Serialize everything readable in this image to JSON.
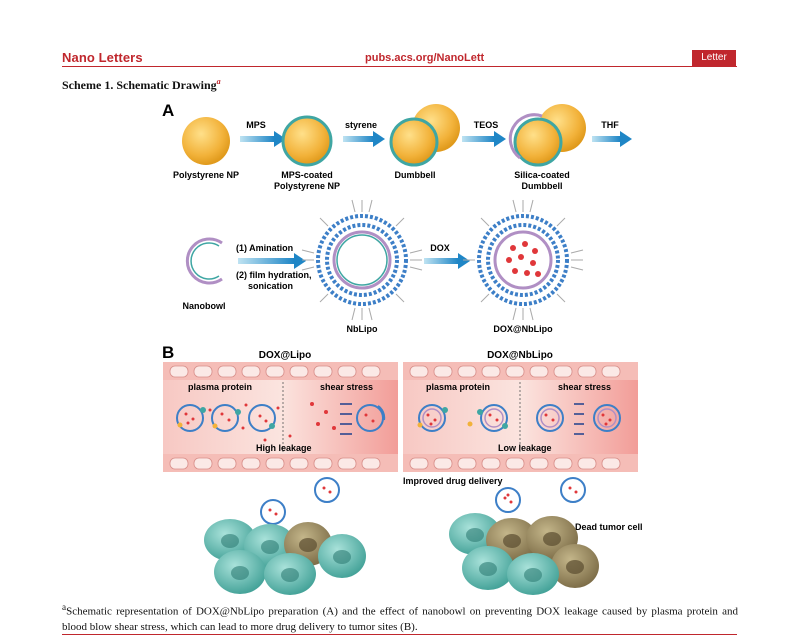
{
  "header": {
    "journal": "Nano Letters",
    "url": "pubs.acs.org/NanoLett",
    "type_badge": "Letter"
  },
  "scheme": {
    "title": "Scheme 1. Schematic Drawing",
    "title_marker": "a"
  },
  "panel_a": {
    "letter": "A",
    "steps": [
      "MPS",
      "styrene",
      "TEOS",
      "THF"
    ],
    "stages": [
      "Polystyrene NP",
      "MPS-coated",
      "Polystyrene NP",
      "Dumbbell",
      "Silica-coated",
      "Dumbbell"
    ],
    "process": [
      "(1) Amination",
      "(2)  film hydration,",
      "sonication"
    ],
    "nanobowl": "Nanobowl",
    "dox": "DOX",
    "nblipo": "NbLipo",
    "dox_nblipo": "DOX@NbLipo"
  },
  "panel_b": {
    "letter": "B",
    "left_title": "DOX@Lipo",
    "right_title": "DOX@NbLipo",
    "plasma_protein": "plasma protein",
    "shear_stress": "shear stress",
    "high_leakage": "High leakage",
    "low_leakage": "Low leakage",
    "improved": "Improved drug delivery",
    "dead_cell": "Dead tumor cell"
  },
  "caption": {
    "marker": "a",
    "text": "Schematic representation of DOX@NbLipo preparation (A) and the effect of nanobowl on preventing DOX leakage caused by plasma protein and blood blow shear stress, which can lead to more drug delivery to tumor sites (B)."
  },
  "colors": {
    "journal_red": "#c0272d",
    "sphere_orange": "#f2b23a",
    "coating_teal": "#3fa6a3",
    "silica_purple": "#b08fc4",
    "lipid_blue": "#3d7fc7",
    "vessel_pink": "#f2a3a3",
    "dox_red": "#e0373a",
    "tumor_teal": "#5cbfb5",
    "dead_cell_brown": "#8c7b5a"
  }
}
